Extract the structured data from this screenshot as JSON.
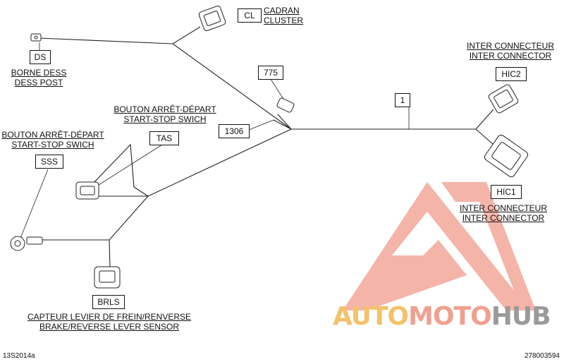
{
  "labels": {
    "cl": {
      "line1": "CADRAN",
      "line2": "CLUSTER"
    },
    "ds": {
      "line1": "BORNE DESS",
      "line2": "DESS POST"
    },
    "tas": {
      "line1": "BOUTON ARRÊT-DÉPART",
      "line2": "START-STOP SWICH"
    },
    "sss": {
      "line1": "BOUTON ARRÊT-DÉPART",
      "line2": "START-STOP SWICH"
    },
    "hic2": {
      "line1": "INTER CONNECTEUR",
      "line2": "INTER CONNECTOR"
    },
    "hic1": {
      "line1": "INTER CONNECTEUR",
      "line2": "INTER CONNECTOR"
    },
    "brls": {
      "line1": "CAPTEUR LEVIER DE FREIN/RENVERSE",
      "line2": "BRAKE/REVERSE LEVER SENSOR"
    }
  },
  "codes": {
    "cl": "CL",
    "ds": "DS",
    "tas": "TAS",
    "sss": "SSS",
    "c775": "775",
    "c1306": "1306",
    "c1": "1",
    "hic2": "HIC2",
    "hic1": "HIC1",
    "brls": "BRLS"
  },
  "footer": {
    "left": "13S2014a",
    "right": "278003594"
  },
  "watermark": {
    "auto": "AUTO",
    "moto": "MOTO",
    "hub": "HUB",
    "colors": {
      "auto": "#f3c26a",
      "moto": "#f0a08f",
      "hub": "#9a9a9a"
    }
  }
}
